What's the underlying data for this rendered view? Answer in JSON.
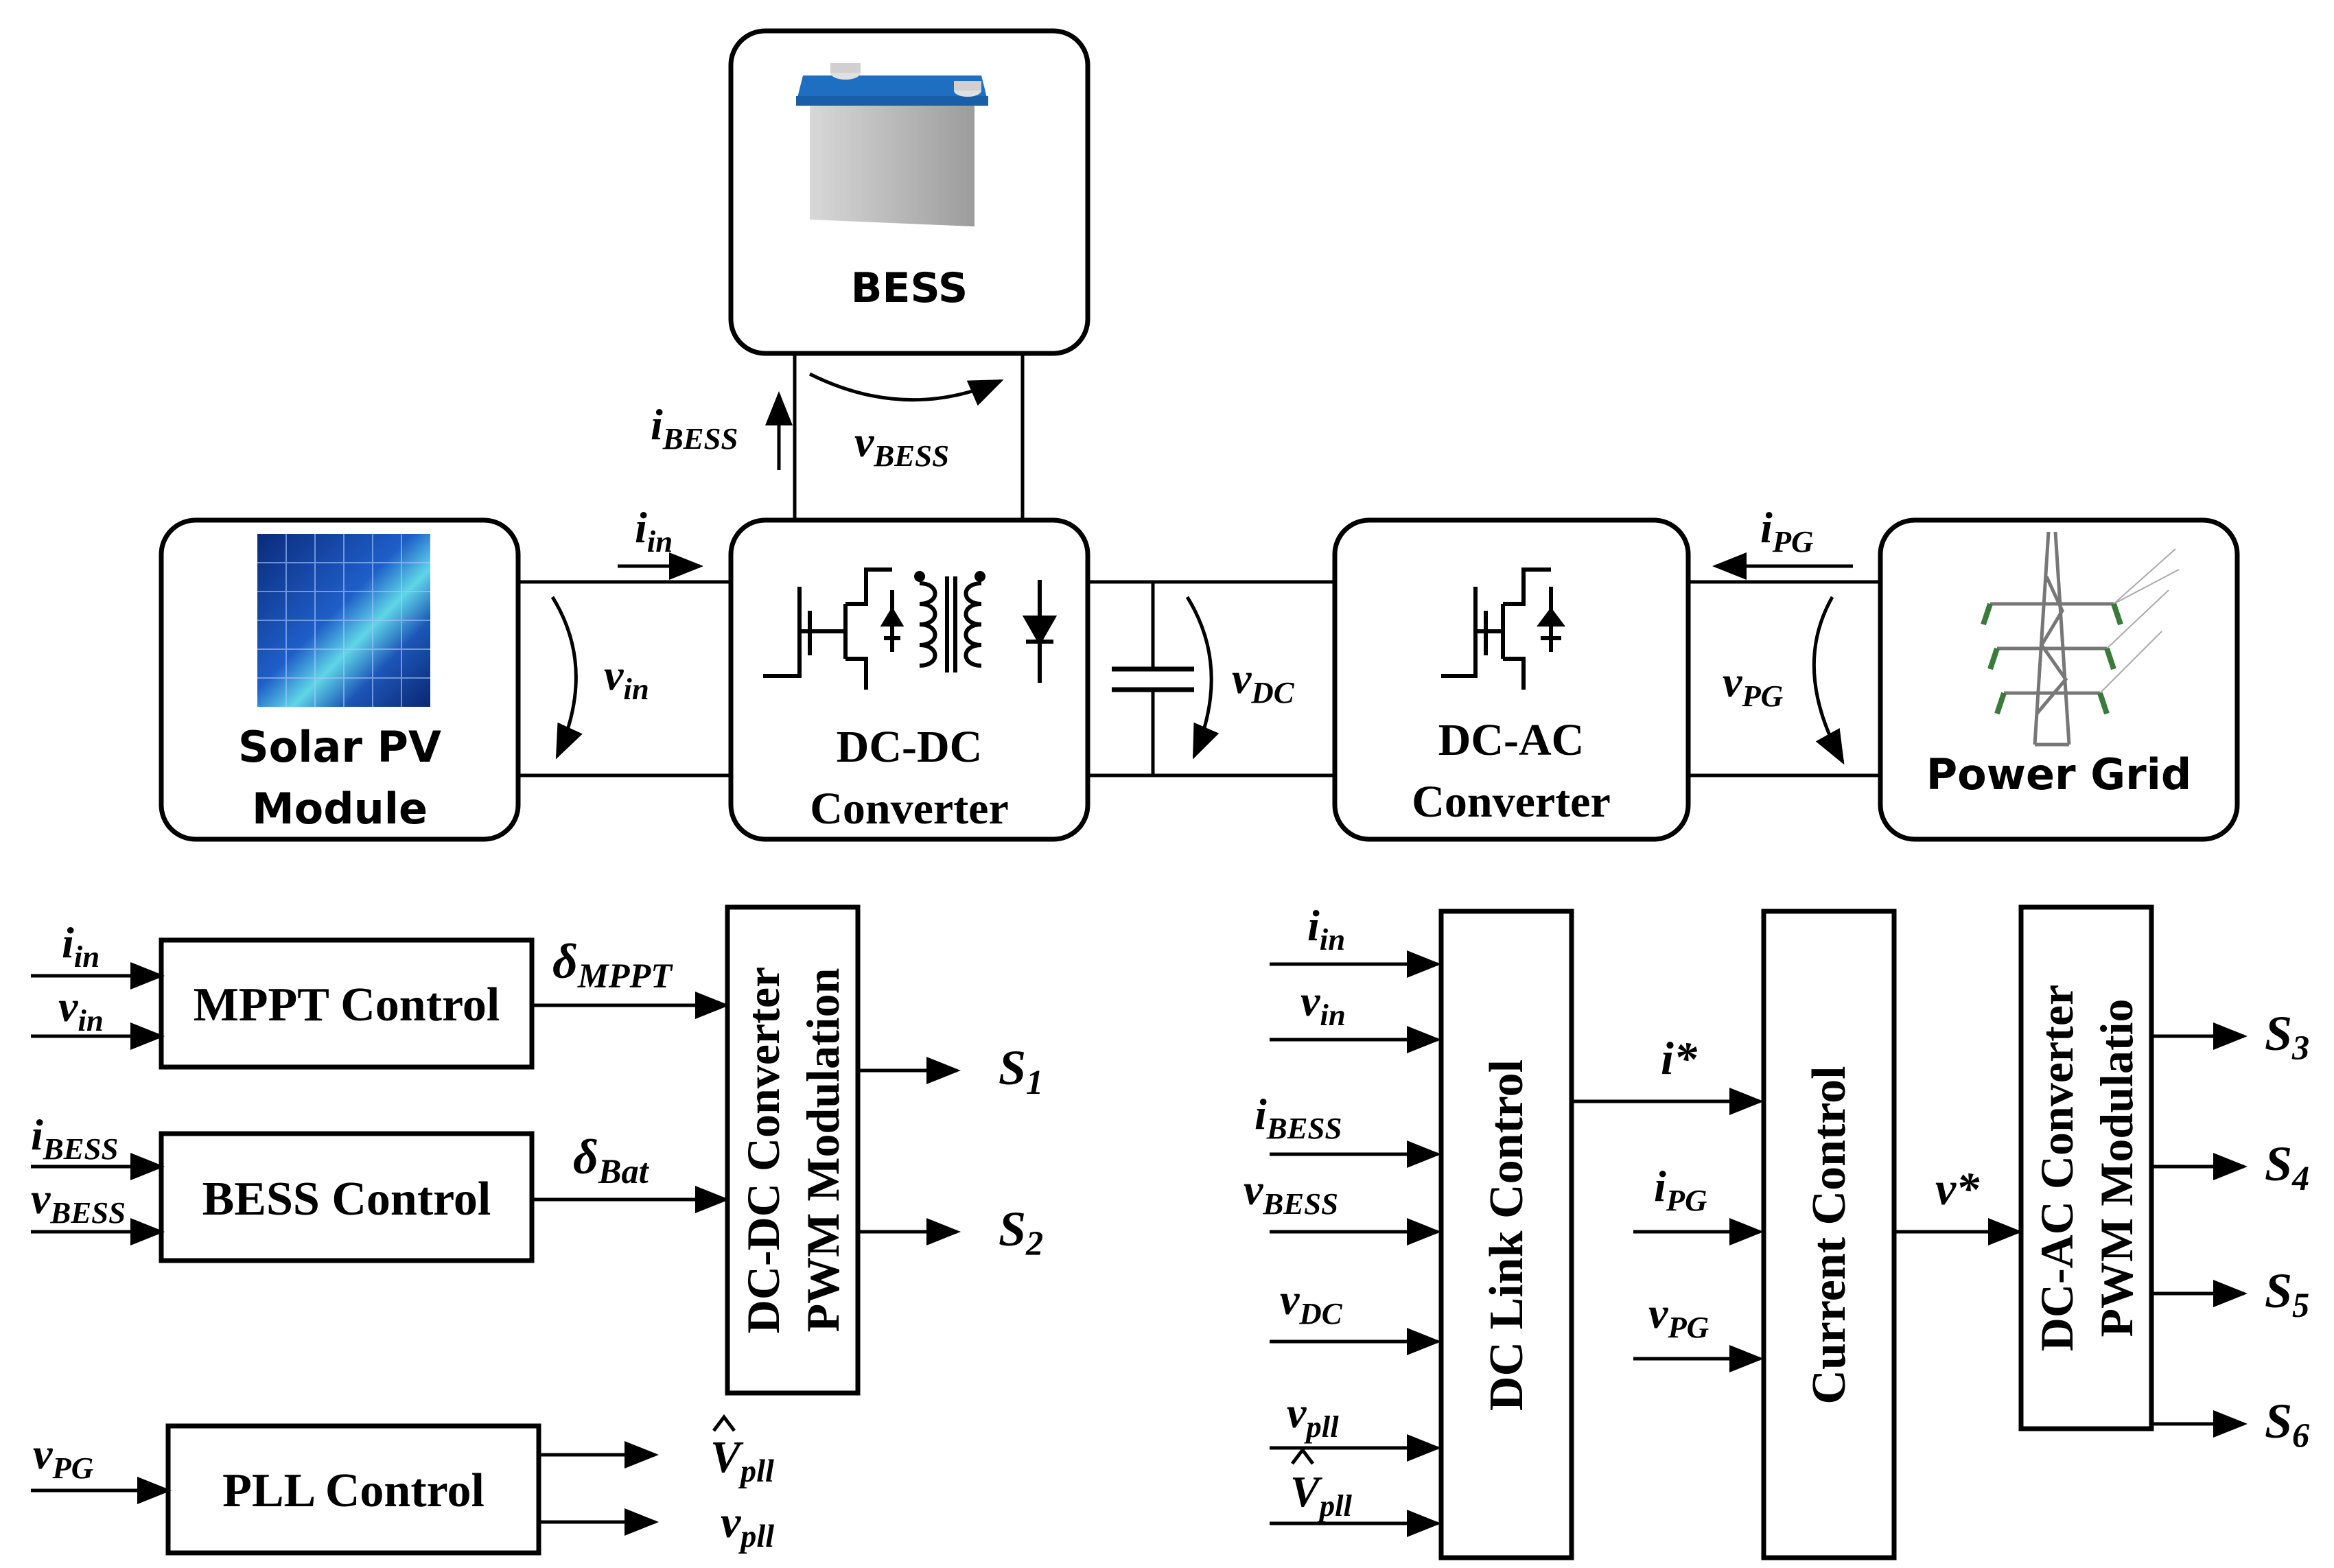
{
  "top": {
    "bess": {
      "label": "BESS"
    },
    "pv": {
      "line1": "Solar PV",
      "line2": "Module"
    },
    "dcdc": {
      "line1": "DC-DC",
      "line2": "Converter"
    },
    "dcac": {
      "line1": "DC-AC",
      "line2": "Converter"
    },
    "grid": {
      "label": "Power Grid"
    },
    "signals": {
      "i_bess": {
        "base": "i",
        "sub": "BESS"
      },
      "v_bess": {
        "base": "v",
        "sub": "BESS"
      },
      "i_in": {
        "base": "i",
        "sub": "in"
      },
      "v_in": {
        "base": "v",
        "sub": "in"
      },
      "v_dc": {
        "base": "v",
        "sub": "DC"
      },
      "i_pg": {
        "base": "i",
        "sub": "PG"
      },
      "v_pg": {
        "base": "v",
        "sub": "PG"
      }
    }
  },
  "left_control": {
    "mppt": {
      "label": "MPPT Control",
      "in1": {
        "base": "i",
        "sub": "in"
      },
      "in2": {
        "base": "v",
        "sub": "in"
      },
      "out": {
        "base": "δ",
        "sub": "MPPT"
      }
    },
    "bess": {
      "label": "BESS Control",
      "in1": {
        "base": "i",
        "sub": "BESS"
      },
      "in2": {
        "base": "v",
        "sub": "BESS"
      },
      "out": {
        "base": "δ",
        "sub": "Bat"
      }
    },
    "pwm": {
      "line1": "DC-DC Converter",
      "line2": "PWM Modulation",
      "out1": {
        "base": "S",
        "sub": "1"
      },
      "out2": {
        "base": "S",
        "sub": "2"
      }
    },
    "pll": {
      "label": "PLL Control",
      "in": {
        "base": "v",
        "sub": "PG"
      },
      "out1": {
        "base": "V",
        "sub": "pll"
      },
      "out2": {
        "base": "v",
        "sub": "pll"
      }
    }
  },
  "right_control": {
    "dclink": {
      "label": "DC Link Control"
    },
    "current": {
      "label": "Current Control"
    },
    "pwm": {
      "line1": "DC-AC Converter",
      "line2": "PWM Modulatio"
    },
    "inputs": [
      {
        "base": "i",
        "sub": "in"
      },
      {
        "base": "v",
        "sub": "in"
      },
      {
        "base": "i",
        "sub": "BESS"
      },
      {
        "base": "v",
        "sub": "BESS"
      },
      {
        "base": "v",
        "sub": "DC"
      },
      {
        "base": "v",
        "sub": "pll"
      },
      {
        "base": "V",
        "sub": "pll"
      }
    ],
    "i_star": "i*",
    "v_star": "v*",
    "cc_inputs": [
      {
        "base": "i",
        "sub": "PG"
      },
      {
        "base": "v",
        "sub": "PG"
      }
    ],
    "outputs": [
      {
        "base": "S",
        "sub": "3"
      },
      {
        "base": "S",
        "sub": "4"
      },
      {
        "base": "S",
        "sub": "5"
      },
      {
        "base": "S",
        "sub": "6"
      }
    ]
  }
}
